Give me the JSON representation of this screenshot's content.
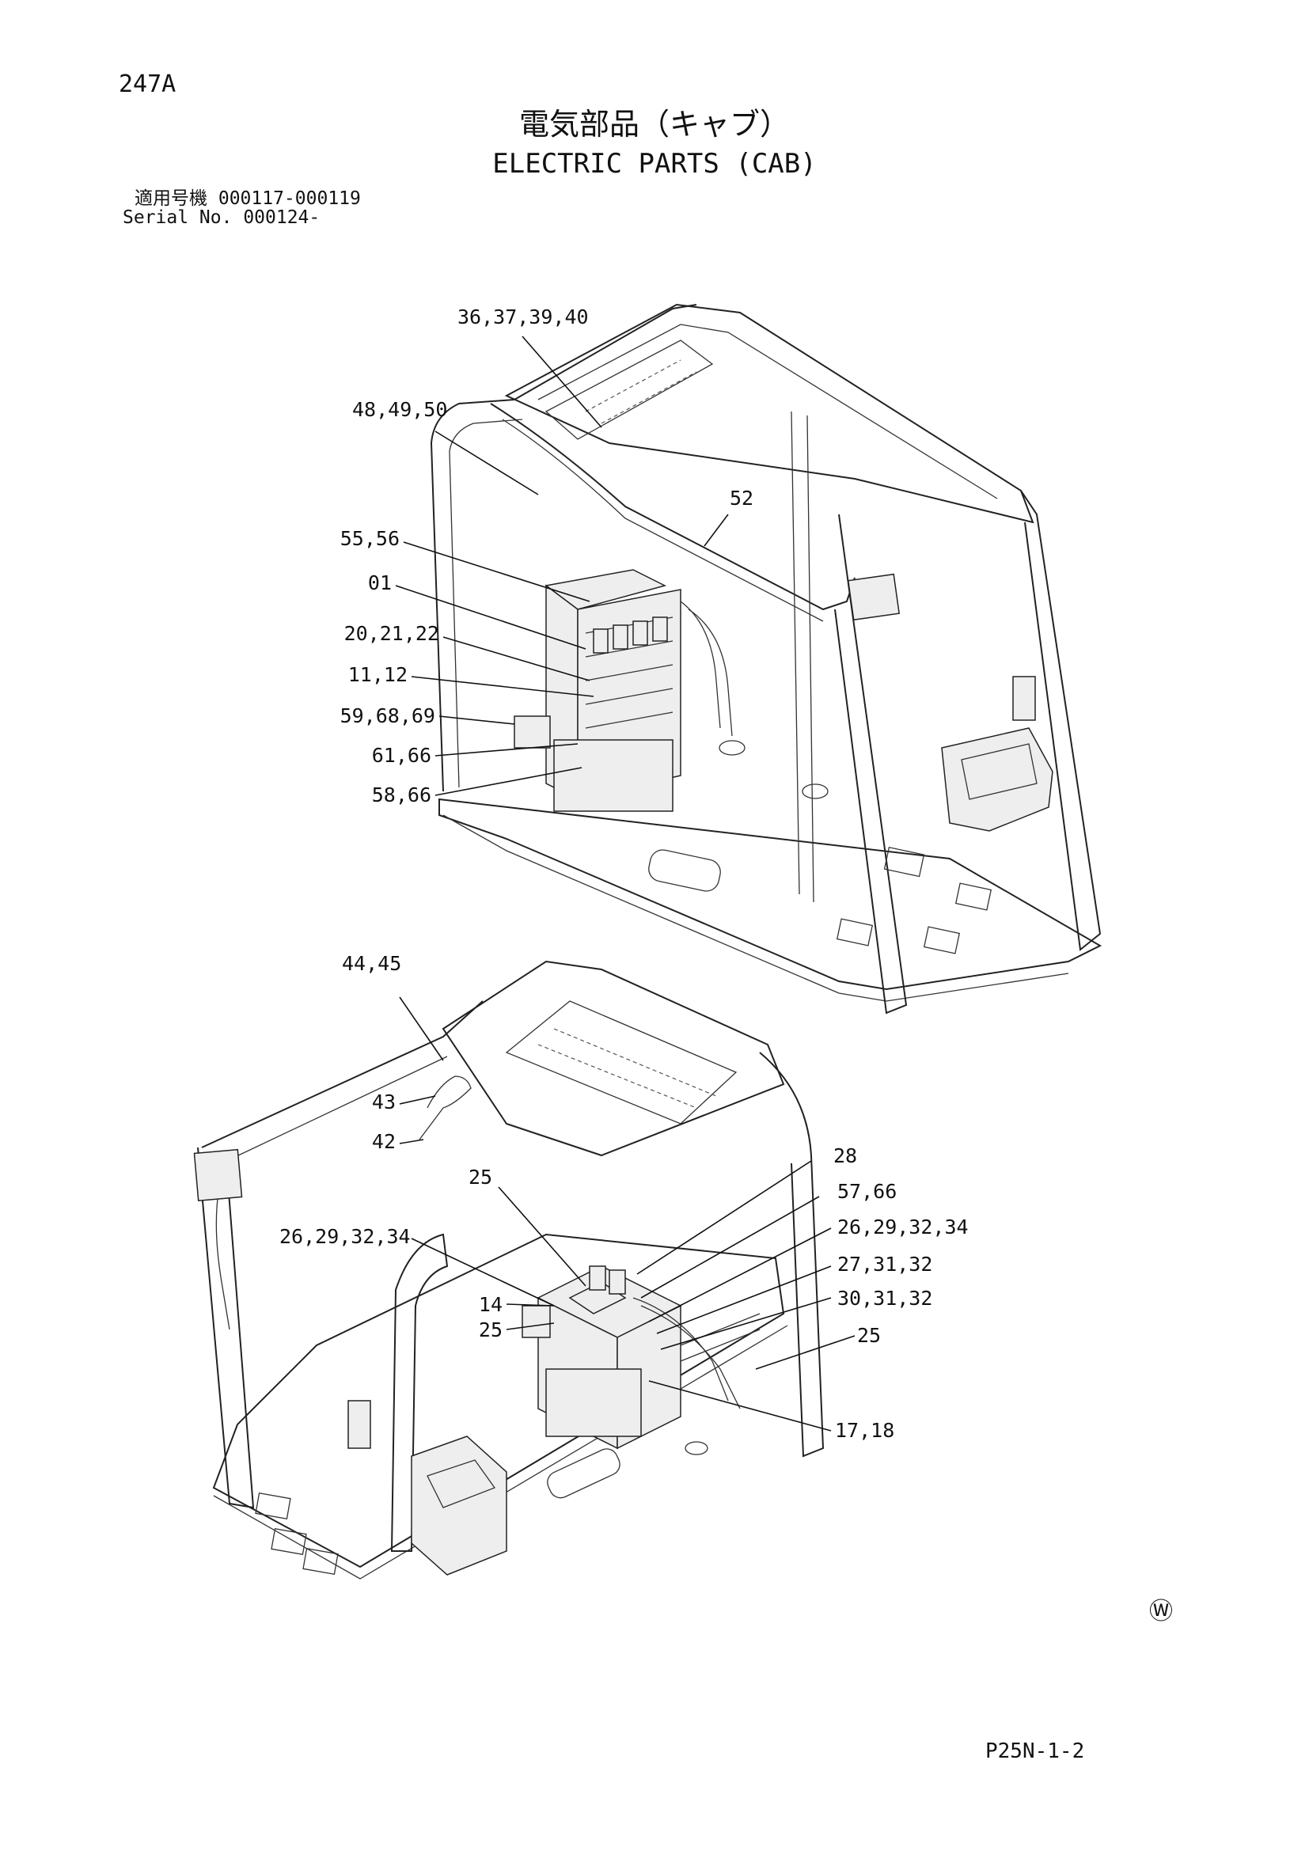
{
  "page_number": "247A",
  "title_jp": "電気部品（キャブ）",
  "title_en": "ELECTRIC PARTS (CAB)",
  "serial_line1": "適用号機  000117-000119",
  "serial_line2": "Serial No. 000124-",
  "footer_code": "P25N-1-2",
  "watermark": "Ⓦ",
  "callouts_top": [
    "36,37,39,40",
    "48,49,50",
    "52",
    "55,56",
    "01",
    "20,21,22",
    "11,12",
    "59,68,69",
    "61,66",
    "58,66"
  ],
  "callouts_bottom": [
    "44,45",
    "43",
    "42",
    "28",
    "25",
    "57,66",
    "26,29,32,34",
    "26,29,32,34",
    "27,31,32",
    "14",
    "30,31,32",
    "25",
    "25",
    "17,18"
  ]
}
